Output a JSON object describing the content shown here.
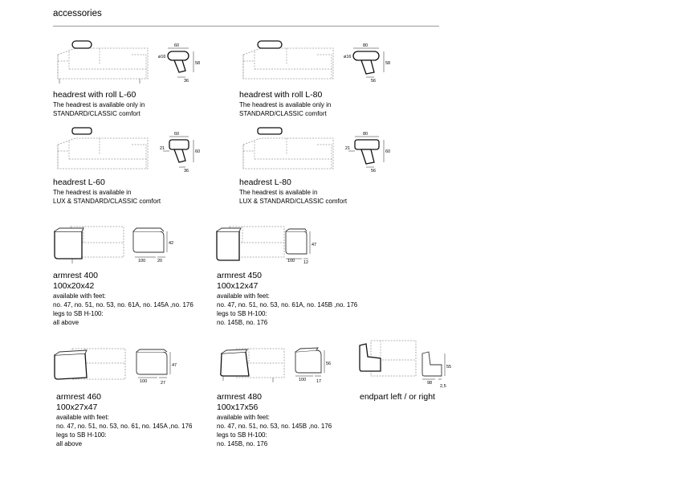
{
  "page": {
    "title": "accessories"
  },
  "items": [
    {
      "id": "headrest-roll-60",
      "heading": "headrest with roll L-60",
      "lines": [
        "The headrest is available only in",
        "STANDARD/CLASSIC comfort"
      ],
      "dims": [
        "60",
        "ø16",
        "58",
        "36"
      ]
    },
    {
      "id": "headrest-roll-80",
      "heading": "headrest with roll L-80",
      "lines": [
        "The headrest is available only in",
        "STANDARD/CLASSIC comfort"
      ],
      "dims": [
        "80",
        "ø16",
        "58",
        "56"
      ]
    },
    {
      "id": "headrest-60",
      "heading": "headrest L-60",
      "lines": [
        "The headrest is available in",
        "LUX & STANDARD/CLASSIC comfort"
      ],
      "dims": [
        "60",
        "21",
        "60",
        "36"
      ]
    },
    {
      "id": "headrest-80",
      "heading": "headrest L-80",
      "lines": [
        "The headrest is available in",
        "LUX & STANDARD/CLASSIC comfort"
      ],
      "dims": [
        "80",
        "21",
        "60",
        "56"
      ]
    },
    {
      "id": "armrest-400",
      "heading": "armrest 400",
      "size": "100x20x42",
      "lines": [
        "available with feet:",
        "no. 47, no. 51, no. 53, no. 61A, no. 145A ,no. 176",
        "legs to SB H-100:",
        "all above"
      ],
      "dims": [
        "42",
        "100",
        "20"
      ]
    },
    {
      "id": "armrest-450",
      "heading": "armrest 450",
      "size": "100x12x47",
      "lines": [
        "available with feet:",
        "no. 47, no. 51, no. 53, no. 61A, no. 145B ,no. 176",
        "legs to SB H-100:",
        "no. 145B, no. 176"
      ],
      "dims": [
        "47",
        "100",
        "12"
      ]
    },
    {
      "id": "armrest-460",
      "heading": "armrest 460",
      "size": "100x27x47",
      "lines": [
        "available with feet:",
        "no. 47, no. 51, no. 53, no. 61, no. 145A ,no. 176",
        "legs to SB H-100:",
        "all above"
      ],
      "dims": [
        "47",
        "100",
        "27"
      ]
    },
    {
      "id": "armrest-480",
      "heading": "armrest 480",
      "size": "100x17x56",
      "lines": [
        "available with feet:",
        "no. 47, no. 51, no. 53, no. 145B ,no. 176",
        "legs to SB H-100:",
        "no. 145B, no. 176"
      ],
      "dims": [
        "56",
        "100",
        "17"
      ]
    },
    {
      "id": "endpart",
      "heading": "endpart left / or right",
      "dims": [
        "55",
        "98",
        "2,5"
      ]
    }
  ]
}
